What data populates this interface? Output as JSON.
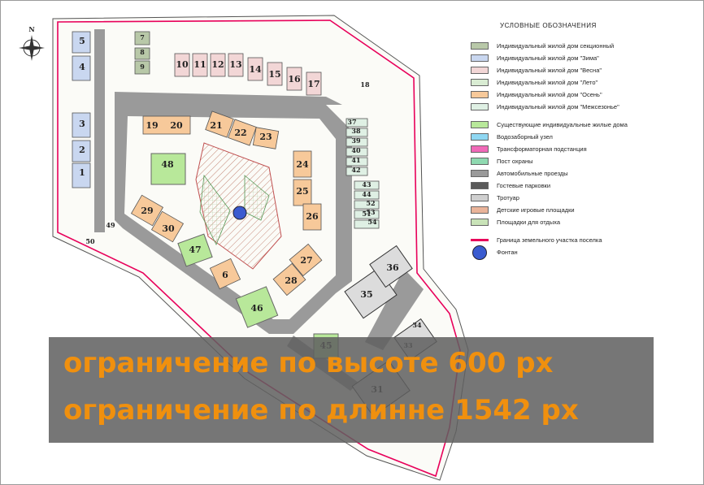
{
  "legend": {
    "title": "УСЛОВНЫЕ ОБОЗНАЧЕНИЯ",
    "items": [
      {
        "label": "Индивидуальный жилой дом секционный",
        "color": "#b8c8a8"
      },
      {
        "label": "Индивидуальный жилой дом \"Зима\"",
        "color": "#c9d7f0"
      },
      {
        "label": "Индивидуальный жилой дом \"Весна\"",
        "color": "#f2d6d6"
      },
      {
        "label": "Индивидуальный жилой дом \"Лето\"",
        "color": "#d9ecd3"
      },
      {
        "label": "Индивидуальный жилой дом \"Осень\"",
        "color": "#f7c99a"
      },
      {
        "label": "Индивидуальный жилой дом \"Межсезонье\"",
        "color": "#dff0e4"
      },
      {
        "label": "Существующие индивидуальные жилые дома",
        "color": "#b8e89a"
      },
      {
        "label": "Водозаборный узел",
        "color": "#8fd7f2"
      },
      {
        "label": "Трансформаторная подстанция",
        "color": "#f06ab8"
      },
      {
        "label": "Пост охраны",
        "color": "#8fd9b0"
      },
      {
        "label": "Автомобильные проезды",
        "color": "#9a9a9a"
      },
      {
        "label": "Гостевые парковки",
        "color": "#5a5a5a"
      },
      {
        "label": "Тротуар",
        "color": "#cfcfcf"
      },
      {
        "label": "Детские игровые площадки",
        "color": "#eab49a"
      },
      {
        "label": "Площадки для отдыха",
        "color": "#c9e3b8"
      },
      {
        "label": "Граница земельного участка поселка",
        "color": "#e8005a",
        "kind": "line"
      },
      {
        "label": "Фонтан",
        "color": "#3a5bd0",
        "kind": "fountain"
      }
    ]
  },
  "map": {
    "compass_label": "N",
    "lots": [
      {
        "n": "1"
      },
      {
        "n": "2"
      },
      {
        "n": "3"
      },
      {
        "n": "4"
      },
      {
        "n": "5"
      },
      {
        "n": "6"
      },
      {
        "n": "7"
      },
      {
        "n": "8"
      },
      {
        "n": "9"
      },
      {
        "n": "10"
      },
      {
        "n": "11"
      },
      {
        "n": "12"
      },
      {
        "n": "13"
      },
      {
        "n": "14"
      },
      {
        "n": "15"
      },
      {
        "n": "16"
      },
      {
        "n": "17"
      },
      {
        "n": "18"
      },
      {
        "n": "19"
      },
      {
        "n": "20"
      },
      {
        "n": "21"
      },
      {
        "n": "22"
      },
      {
        "n": "23"
      },
      {
        "n": "24"
      },
      {
        "n": "25"
      },
      {
        "n": "26"
      },
      {
        "n": "27"
      },
      {
        "n": "28"
      },
      {
        "n": "29"
      },
      {
        "n": "30"
      },
      {
        "n": "31"
      },
      {
        "n": "33"
      },
      {
        "n": "34"
      },
      {
        "n": "35"
      },
      {
        "n": "36"
      },
      {
        "n": "37"
      },
      {
        "n": "38"
      },
      {
        "n": "39"
      },
      {
        "n": "40"
      },
      {
        "n": "41"
      },
      {
        "n": "42"
      },
      {
        "n": "43"
      },
      {
        "n": "44"
      },
      {
        "n": "45"
      },
      {
        "n": "46"
      },
      {
        "n": "47"
      },
      {
        "n": "48"
      },
      {
        "n": "49"
      },
      {
        "n": "50"
      },
      {
        "n": "51"
      },
      {
        "n": "52"
      },
      {
        "n": "53"
      },
      {
        "n": "54"
      }
    ]
  },
  "banner": {
    "line1": "ограничение по высоте 600 рх",
    "line2": "ограничение по длинне 1542 рх",
    "color": "#f0900e"
  }
}
